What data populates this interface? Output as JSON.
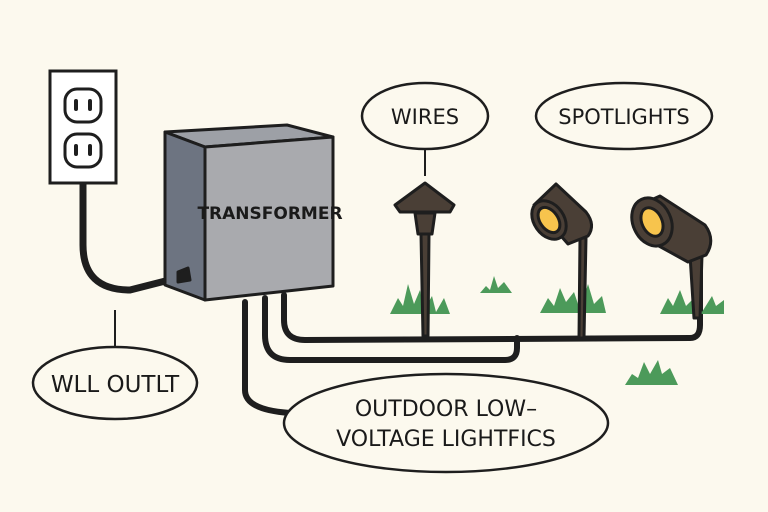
{
  "diagram": {
    "title": "Outdoor low-voltage lighting setup",
    "labels": {
      "wall_outlet": "WLL OUTLT",
      "transformer": "TRANSFORMER",
      "wires": "WIRES",
      "spotlights": "SPOTLIGHTS",
      "fixtures_line1": "OUTDOOR LOW–",
      "fixtures_line2": "VOLTAGE LIGHTFICS"
    },
    "components": [
      {
        "id": "wall-outlet",
        "type": "duplex-outlet"
      },
      {
        "id": "transformer",
        "type": "box"
      },
      {
        "id": "path-light",
        "type": "mushroom-light"
      },
      {
        "id": "spotlight-1",
        "type": "spotlight"
      },
      {
        "id": "spotlight-2",
        "type": "spotlight"
      }
    ],
    "colors": {
      "background": "#fcf9ee",
      "outline": "#1e1e1e",
      "transformer_front": "#a9aaae",
      "transformer_side": "#6d7481",
      "transformer_top": "#9da0a6",
      "fixture": "#4a3f36",
      "lens": "#f7c44d",
      "grass": "#4c9a5a"
    }
  }
}
